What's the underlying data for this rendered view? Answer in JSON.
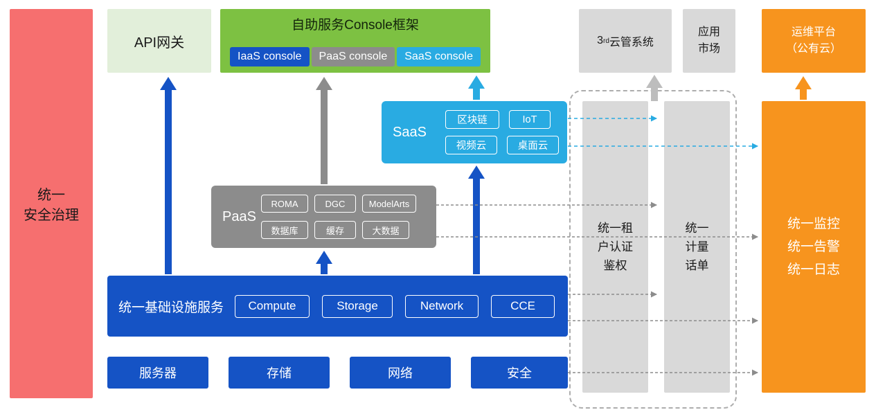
{
  "colors": {
    "red": "#F66F6F",
    "light_green": "#E2EFDA",
    "green": "#7DC142",
    "blue": "#1553C5",
    "cyan": "#29ABE2",
    "gray": "#8C8C8C",
    "light_gray": "#D9D9D9",
    "orange": "#F7941E"
  },
  "security_bar": {
    "label": "统一\n安全治理"
  },
  "api_gateway": {
    "label": "API网关"
  },
  "console_frame": {
    "title": "自助服务Console框架",
    "consoles": [
      {
        "label": "IaaS console"
      },
      {
        "label": "PaaS console"
      },
      {
        "label": "SaaS console"
      }
    ]
  },
  "third_party_cloud": {
    "num": "3",
    "sup": "rd",
    "rest": "云管系统"
  },
  "app_market": {
    "label": "应用\n市场"
  },
  "ops_platform": {
    "label": "运维平台\n（公有云）"
  },
  "saas": {
    "label": "SaaS",
    "chips": [
      "区块链",
      "IoT",
      "视频云",
      "桌面云"
    ]
  },
  "paas": {
    "label": "PaaS",
    "chips": [
      "ROMA",
      "DGC",
      "ModelArts",
      "数据库",
      "缓存",
      "大数据"
    ]
  },
  "infra": {
    "label": "统一基础设施服务",
    "chips": [
      "Compute",
      "Storage",
      "Network",
      "CCE"
    ]
  },
  "bottom_row": [
    "服务器",
    "存储",
    "网络",
    "安全"
  ],
  "auth_bar": {
    "label": "统一租\n户认证\n鉴权"
  },
  "billing_bar": {
    "label": "统一\n计量\n话单"
  },
  "monitor_bar": {
    "label": "统一监控\n统一告警\n统一日志"
  }
}
